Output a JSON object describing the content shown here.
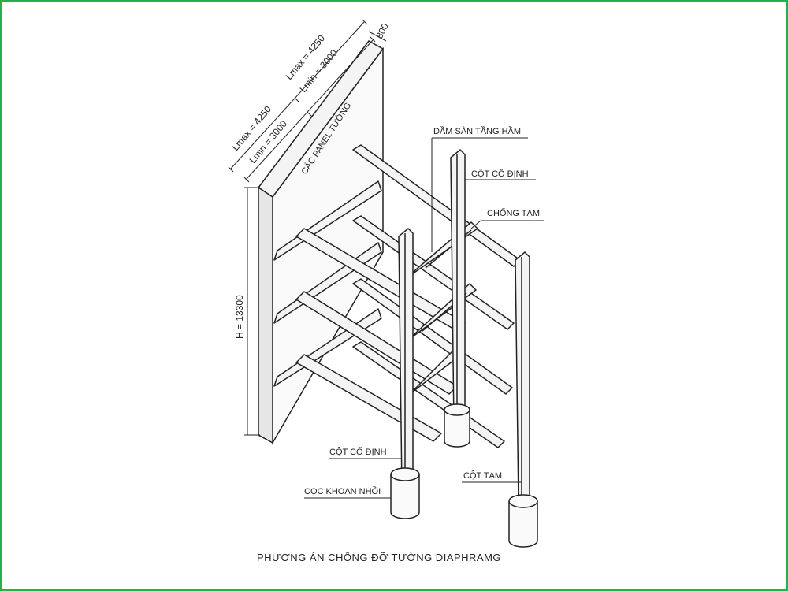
{
  "dimensions": {
    "lmax_left": "Lmax = 4250",
    "lmax_right": "Lmax = 4250",
    "lmin_left": "Lmin = 3000",
    "lmin_right": "Lmin = 3000",
    "wall_thickness": "800",
    "height": "H = 13300"
  },
  "wall_label": "CÁC PANEL TƯỜNG",
  "callouts": {
    "basement_beam": "DẦM SÀN TẦNG HẦM",
    "fixed_column_top": "CỘT CỐ ĐỊNH",
    "temporary_strut": "CHỐNG TẠM",
    "fixed_column_bottom": "CỘT CỐ ĐỊNH",
    "bored_pile": "CỌC KHOAN NHỒI",
    "temporary_column": "CỘT TẠM"
  },
  "caption": "PHƯƠNG ÁN CHỐNG ĐỠ TƯỜNG DIAPHRAMG",
  "colors": {
    "frame_border": "#22b14c",
    "line": "#222222",
    "member_fill": "#f4f4f4"
  }
}
